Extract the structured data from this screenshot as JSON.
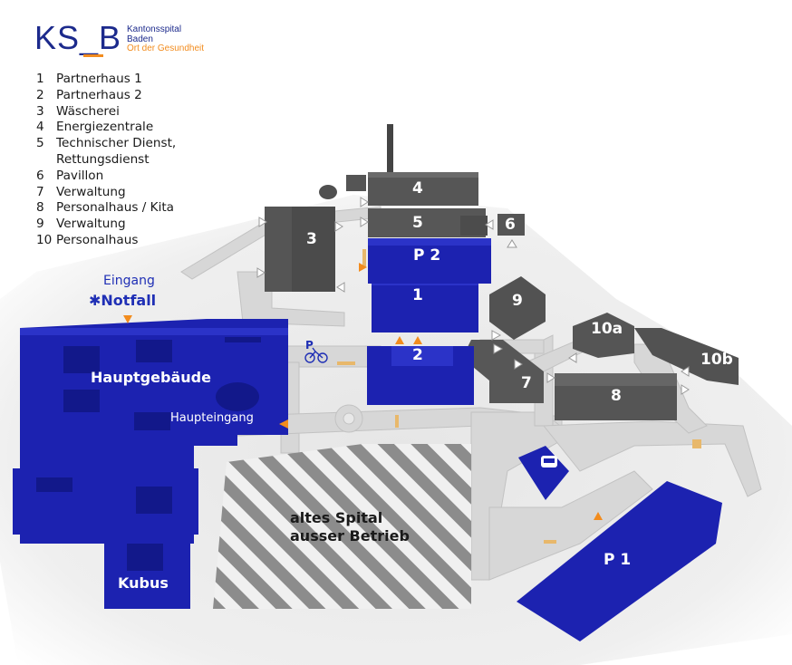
{
  "logo": {
    "abbr": "KS_B",
    "line1": "Kantonsspital",
    "line2": "Baden",
    "tagline": "Ort der Gesundheit"
  },
  "legend": [
    {
      "num": "1",
      "name": "Partnerhaus 1"
    },
    {
      "num": "2",
      "name": "Partnerhaus 2"
    },
    {
      "num": "3",
      "name": "Wäscherei"
    },
    {
      "num": "4",
      "name": "Energiezentrale"
    },
    {
      "num": "5",
      "name": "Technischer Dienst,"
    },
    {
      "num": "",
      "name": "Rettungsdienst"
    },
    {
      "num": "6",
      "name": "Pavillon"
    },
    {
      "num": "7",
      "name": "Verwaltung"
    },
    {
      "num": "8",
      "name": "Personalhaus / Kita"
    },
    {
      "num": "9",
      "name": "Verwaltung"
    },
    {
      "num": "10",
      "name": "Personalhaus"
    }
  ],
  "buildings": {
    "b1": "1",
    "b2": "2",
    "b3": "3",
    "b4": "4",
    "b5": "5",
    "b6": "6",
    "b7": "7",
    "b8": "8",
    "b9": "9",
    "b10a": "10a",
    "b10b": "10b",
    "main": "Hauptgebäude",
    "kubus": "Kubus",
    "old_line1": "altes Spital",
    "old_line2": "ausser Betrieb",
    "p1": "P 1",
    "p2": "P 2"
  },
  "labels": {
    "emergency_line1": "Eingang",
    "emergency_line2": "✱Notfall",
    "main_entrance": "Haupteingang",
    "bike_parking": "P"
  },
  "colors": {
    "hospital_blue": "#1c22b0",
    "building_grey": "#555555",
    "road": "#dcdcdc",
    "accent_orange": "#f28c1e"
  }
}
